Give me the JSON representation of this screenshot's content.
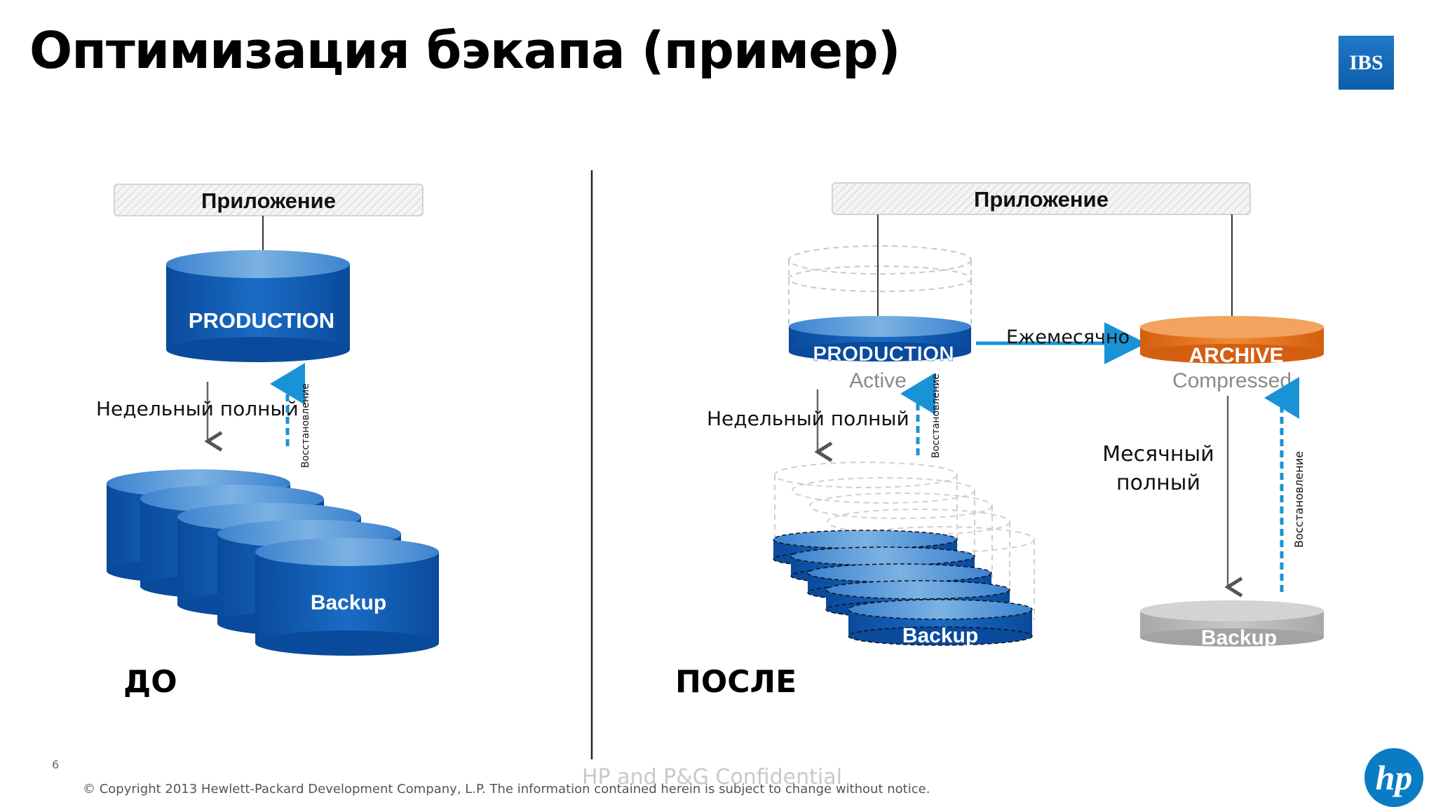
{
  "slide": {
    "title": "Оптимизация бэкапа (пример)",
    "logo_top": "IBS",
    "logo_bottom": "hp",
    "page_number": "6",
    "copyright": "© Copyright 2013 Hewlett-Packard Development Company, L.P.  The information contained herein is subject to change without notice.",
    "watermark": "HP and P&G Confidential"
  },
  "before": {
    "caption": "ДО",
    "app_label": "Приложение",
    "production_label": "PRODUCTION",
    "weekly_label": "Недельный полный",
    "restore_label": "Восстановление",
    "backup_label": "Backup"
  },
  "after": {
    "caption": "ПОСЛЕ",
    "app_label": "Приложение",
    "production_label": "PRODUCTION",
    "production_sub": "Active",
    "monthly_arrow_label": "Ежемесячно",
    "archive_label": "ARCHIVE",
    "archive_sub": "Compressed",
    "weekly_label": "Недельный полный",
    "restore_label_left": "Восстановление",
    "monthly_full_line1": "Месячный",
    "monthly_full_line2": "полный",
    "restore_label_right": "Восстановление",
    "backup_left_label": "Backup",
    "backup_right_label": "Backup"
  },
  "colors": {
    "blue_dark": "#0a4ea3",
    "blue_light": "#6aa8dd",
    "orange": "#e8731c",
    "grey_disk": "#b8b8b8",
    "arrow_blue": "#1a93d6"
  }
}
